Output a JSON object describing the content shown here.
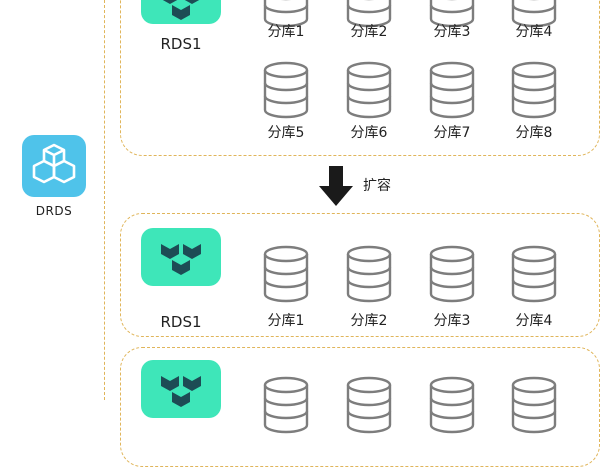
{
  "drds": {
    "label": "DRDS",
    "color": "#4fc3ea",
    "icon": "drds-cubes-icon"
  },
  "expand": {
    "label": "扩容",
    "icon": "arrow-down-icon"
  },
  "rds_color": "#3ee6b9",
  "groups": [
    {
      "rds_label": "RDS1",
      "rows": [
        [
          "分库1",
          "分库2",
          "分库3",
          "分库4"
        ],
        [
          "分库5",
          "分库6",
          "分库7",
          "分库8"
        ]
      ]
    },
    {
      "rds_label": "RDS1",
      "rows": [
        [
          "分库1",
          "分库2",
          "分库3",
          "分库4"
        ]
      ]
    },
    {
      "rds_label": "",
      "rows": [
        []
      ]
    }
  ]
}
